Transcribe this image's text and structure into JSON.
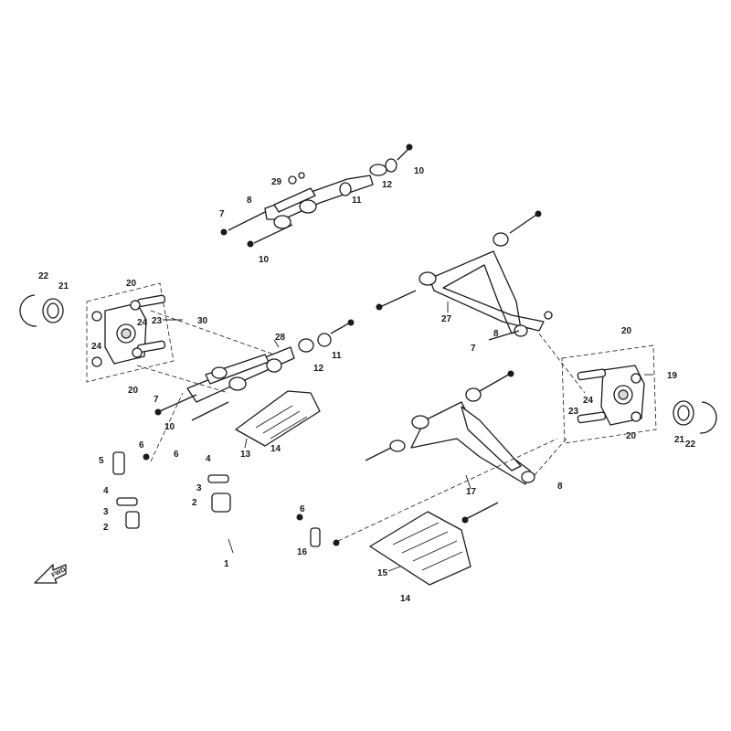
{
  "forward_marker": {
    "text": "FWD"
  },
  "callouts": [
    {
      "id": "c1",
      "text": "1"
    },
    {
      "id": "c2a",
      "text": "2"
    },
    {
      "id": "c2b",
      "text": "2"
    },
    {
      "id": "c3a",
      "text": "3"
    },
    {
      "id": "c3b",
      "text": "3"
    },
    {
      "id": "c4a",
      "text": "4"
    },
    {
      "id": "c4b",
      "text": "4"
    },
    {
      "id": "c5",
      "text": "5"
    },
    {
      "id": "c6a",
      "text": "6"
    },
    {
      "id": "c6b",
      "text": "6"
    },
    {
      "id": "c6c",
      "text": "6"
    },
    {
      "id": "c7a",
      "text": "7"
    },
    {
      "id": "c7b",
      "text": "7"
    },
    {
      "id": "c7c",
      "text": "7"
    },
    {
      "id": "c8a",
      "text": "8"
    },
    {
      "id": "c8b",
      "text": "8"
    },
    {
      "id": "c8c",
      "text": "8"
    },
    {
      "id": "c10a",
      "text": "10"
    },
    {
      "id": "c10b",
      "text": "10"
    },
    {
      "id": "c10c",
      "text": "10"
    },
    {
      "id": "c11a",
      "text": "11"
    },
    {
      "id": "c11b",
      "text": "11"
    },
    {
      "id": "c12a",
      "text": "12"
    },
    {
      "id": "c12b",
      "text": "12"
    },
    {
      "id": "c13",
      "text": "13"
    },
    {
      "id": "c14a",
      "text": "14"
    },
    {
      "id": "c14b",
      "text": "14"
    },
    {
      "id": "c15",
      "text": "15"
    },
    {
      "id": "c16",
      "text": "16"
    },
    {
      "id": "c17",
      "text": "17"
    },
    {
      "id": "c19",
      "text": "19"
    },
    {
      "id": "c20a",
      "text": "20"
    },
    {
      "id": "c20b",
      "text": "20"
    },
    {
      "id": "c20c",
      "text": "20"
    },
    {
      "id": "c20d",
      "text": "20"
    },
    {
      "id": "c21a",
      "text": "21"
    },
    {
      "id": "c21b",
      "text": "21"
    },
    {
      "id": "c22a",
      "text": "22"
    },
    {
      "id": "c22b",
      "text": "22"
    },
    {
      "id": "c23a",
      "text": "23"
    },
    {
      "id": "c23b",
      "text": "23"
    },
    {
      "id": "c24a",
      "text": "24"
    },
    {
      "id": "c24b",
      "text": "24"
    },
    {
      "id": "c24c",
      "text": "24"
    },
    {
      "id": "c27",
      "text": "27"
    },
    {
      "id": "c28",
      "text": "28"
    },
    {
      "id": "c29",
      "text": "29"
    },
    {
      "id": "c30",
      "text": "30"
    }
  ]
}
